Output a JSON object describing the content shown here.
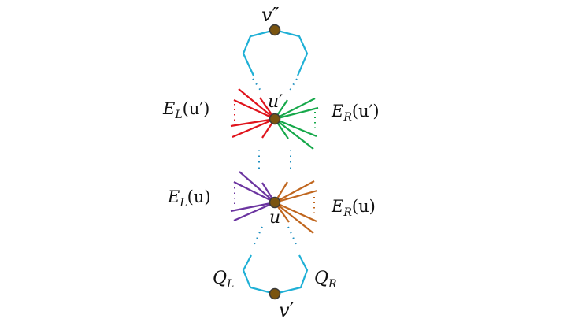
{
  "labels": {
    "v_double_prime": {
      "base": "v",
      "mark": "″"
    },
    "u_prime": {
      "base": "u",
      "mark": "′"
    },
    "u": {
      "base": "u"
    },
    "v_prime": {
      "base": "v",
      "mark": "′"
    },
    "E_L_u_prime": {
      "base": "E",
      "sub": "L",
      "arg": "(u′)"
    },
    "E_R_u_prime": {
      "base": "E",
      "sub": "R",
      "arg": "(u′)"
    },
    "E_L_u": {
      "base": "E",
      "sub": "L",
      "arg": "(u)"
    },
    "E_R_u": {
      "base": "E",
      "sub": "R",
      "arg": "(u)"
    },
    "Q_L": {
      "base": "Q",
      "sub": "L"
    },
    "Q_R": {
      "base": "Q",
      "sub": "R"
    }
  },
  "colors": {
    "path": "#1fb0d6",
    "dots": "#1f8fc0",
    "node_fill": "#7a5410",
    "node_stroke": "#3a3a3a",
    "edges_left_u_prime": "#e0141c",
    "edges_right_u_prime": "#16a84a",
    "edges_left_u": "#6b34a0",
    "edges_right_u": "#c0661e",
    "ellipsis_left_u_prime": "#e0141c",
    "ellipsis_right_u_prime": "#16a84a",
    "ellipsis_left_u": "#6b34a0",
    "ellipsis_right_u": "#c0661e"
  }
}
